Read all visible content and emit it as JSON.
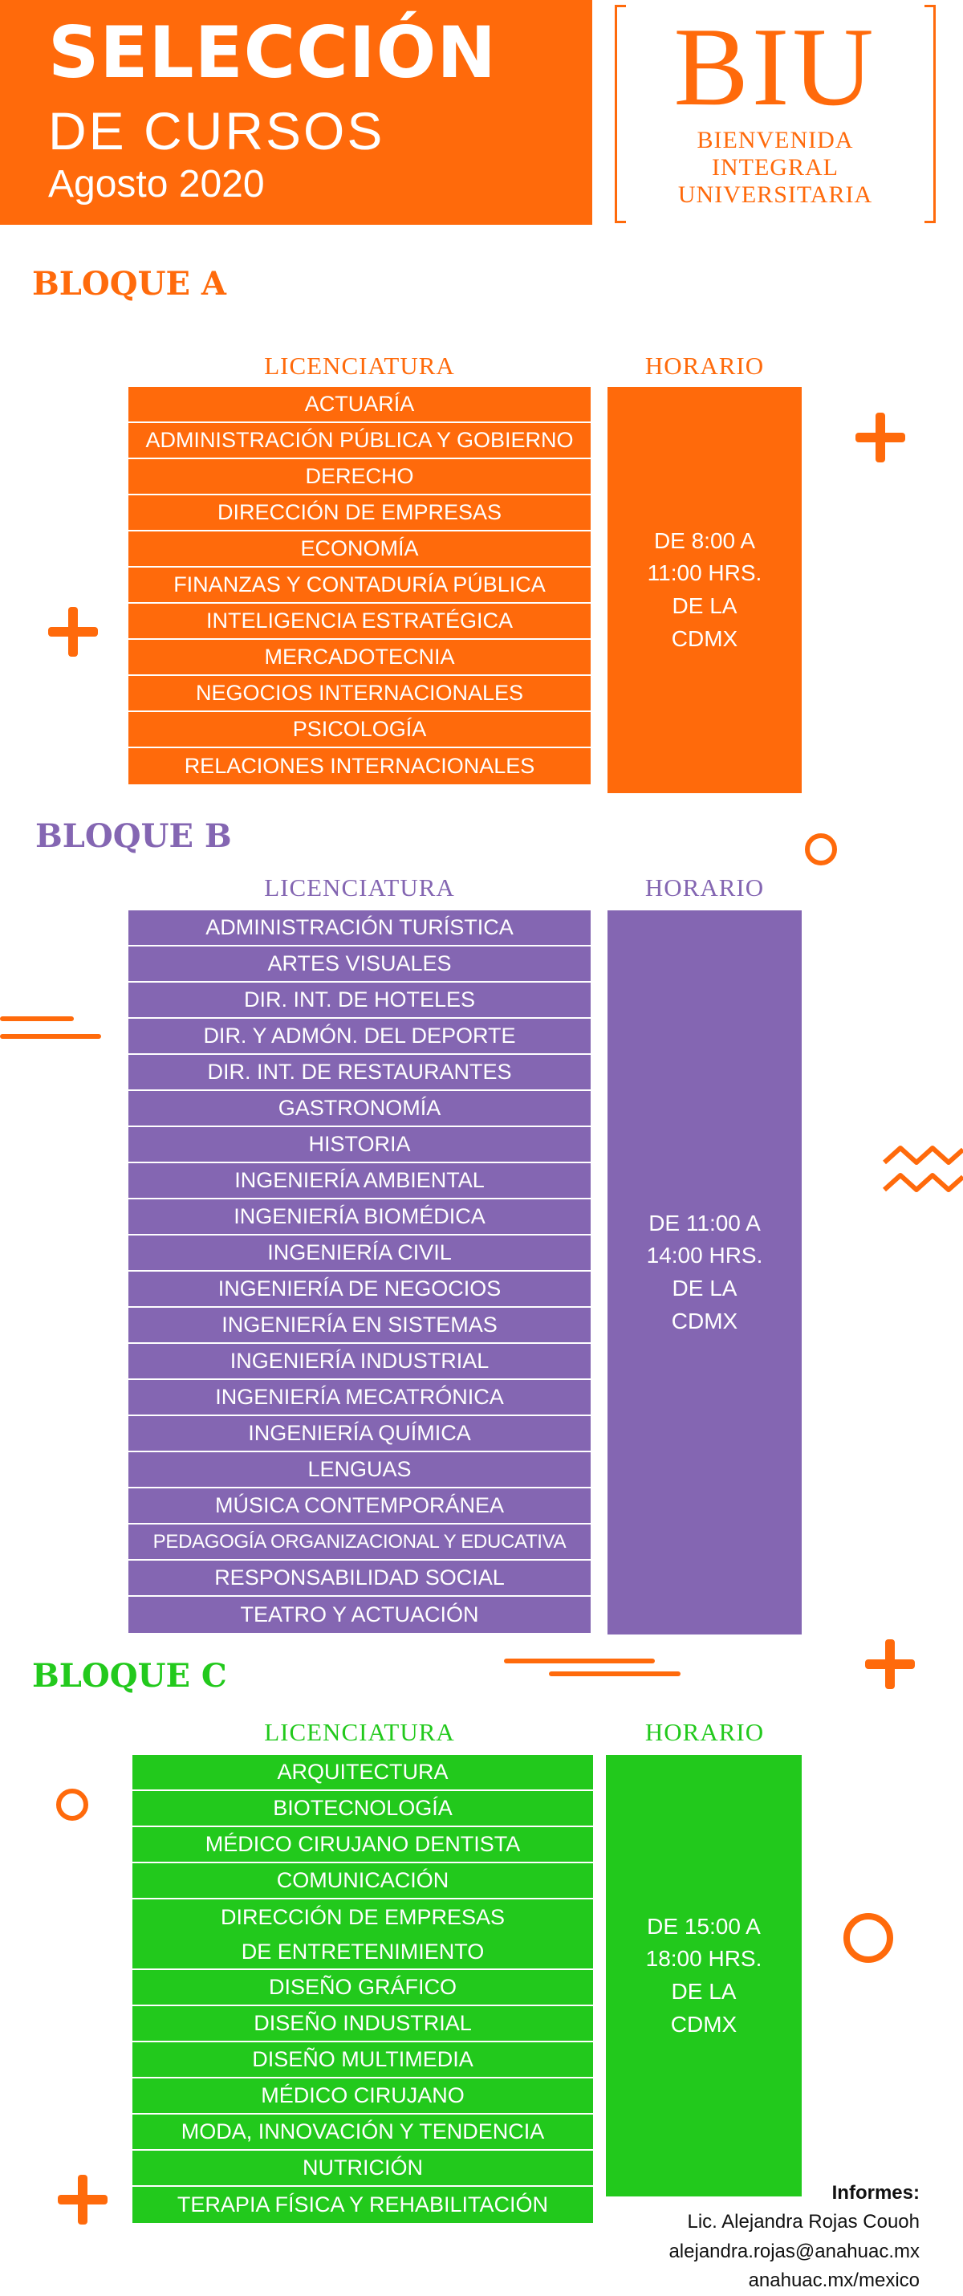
{
  "header": {
    "title_line1": "SELECCIÓN",
    "title_line2": "DE CURSOS",
    "date": "Agosto 2020",
    "logo": "BIU",
    "logo_sub": [
      "BIENVENIDA",
      "INTEGRAL",
      "UNIVERSITARIA"
    ]
  },
  "colors": {
    "orange": "#FF6A0B",
    "purple": "#8466B2",
    "green": "#22C91C"
  },
  "blocks": [
    {
      "title": "BLOQUE A",
      "col_licenciatura": "LICENCIATURA",
      "col_horario": "HORARIO",
      "courses": [
        "ACTUARÍA",
        "ADMINISTRACIÓN PÚBLICA Y GOBIERNO",
        "DERECHO",
        "DIRECCIÓN DE EMPRESAS",
        "ECONOMÍA",
        "FINANZAS Y CONTADURÍA PÚBLICA",
        "INTELIGENCIA ESTRATÉGICA",
        "MERCADOTECNIA",
        "NEGOCIOS INTERNACIONALES",
        "PSICOLOGÍA",
        "RELACIONES INTERNACIONALES"
      ],
      "schedule": [
        "DE 8:00 A",
        "11:00 HRS.",
        "DE LA",
        "CDMX"
      ]
    },
    {
      "title": "BLOQUE B",
      "col_licenciatura": "LICENCIATURA",
      "col_horario": "HORARIO",
      "courses": [
        "ADMINISTRACIÓN TURÍSTICA",
        "ARTES VISUALES",
        "DIR. INT. DE HOTELES",
        "DIR. Y ADMÓN. DEL DEPORTE",
        "DIR. INT. DE RESTAURANTES",
        "GASTRONOMÍA",
        "HISTORIA",
        "INGENIERÍA AMBIENTAL",
        "INGENIERÍA BIOMÉDICA",
        "INGENIERÍA CIVIL",
        "INGENIERÍA DE NEGOCIOS",
        "INGENIERÍA EN SISTEMAS",
        "INGENIERÍA INDUSTRIAL",
        "INGENIERÍA MECATRÓNICA",
        "INGENIERÍA QUÍMICA",
        "LENGUAS",
        "MÚSICA CONTEMPORÁNEA",
        "PEDAGOGÍA ORGANIZACIONAL Y EDUCATIVA",
        "RESPONSABILIDAD SOCIAL",
        "TEATRO Y ACTUACIÓN"
      ],
      "schedule": [
        "DE 11:00 A",
        "14:00 HRS.",
        "DE LA",
        "CDMX"
      ]
    },
    {
      "title": "BLOQUE C",
      "col_licenciatura": "LICENCIATURA",
      "col_horario": "HORARIO",
      "courses": [
        "ARQUITECTURA",
        "BIOTECNOLOGÍA",
        "MÉDICO CIRUJANO DENTISTA",
        "COMUNICACIÓN",
        "DIRECCIÓN DE EMPRESAS",
        "DE ENTRETENIMIENTO",
        "DISEÑO GRÁFICO",
        "DISEÑO INDUSTRIAL",
        "DISEÑO MULTIMEDIA",
        "MÉDICO CIRUJANO",
        "MODA, INNOVACIÓN Y TENDENCIA",
        "NUTRICIÓN",
        "TERAPIA FÍSICA Y REHABILITACIÓN"
      ],
      "schedule": [
        "DE 15:00 A",
        "18:00 HRS.",
        "DE LA",
        "CDMX"
      ]
    }
  ],
  "footer": {
    "label": "Informes:",
    "name": "Lic. Alejandra Rojas Couoh",
    "email": "alejandra.rojas@anahuac.mx",
    "web": "anahuac.mx/mexico"
  },
  "decorations": [
    "plus-icon",
    "ring-icon",
    "zigzag-icon",
    "line-decoration"
  ]
}
